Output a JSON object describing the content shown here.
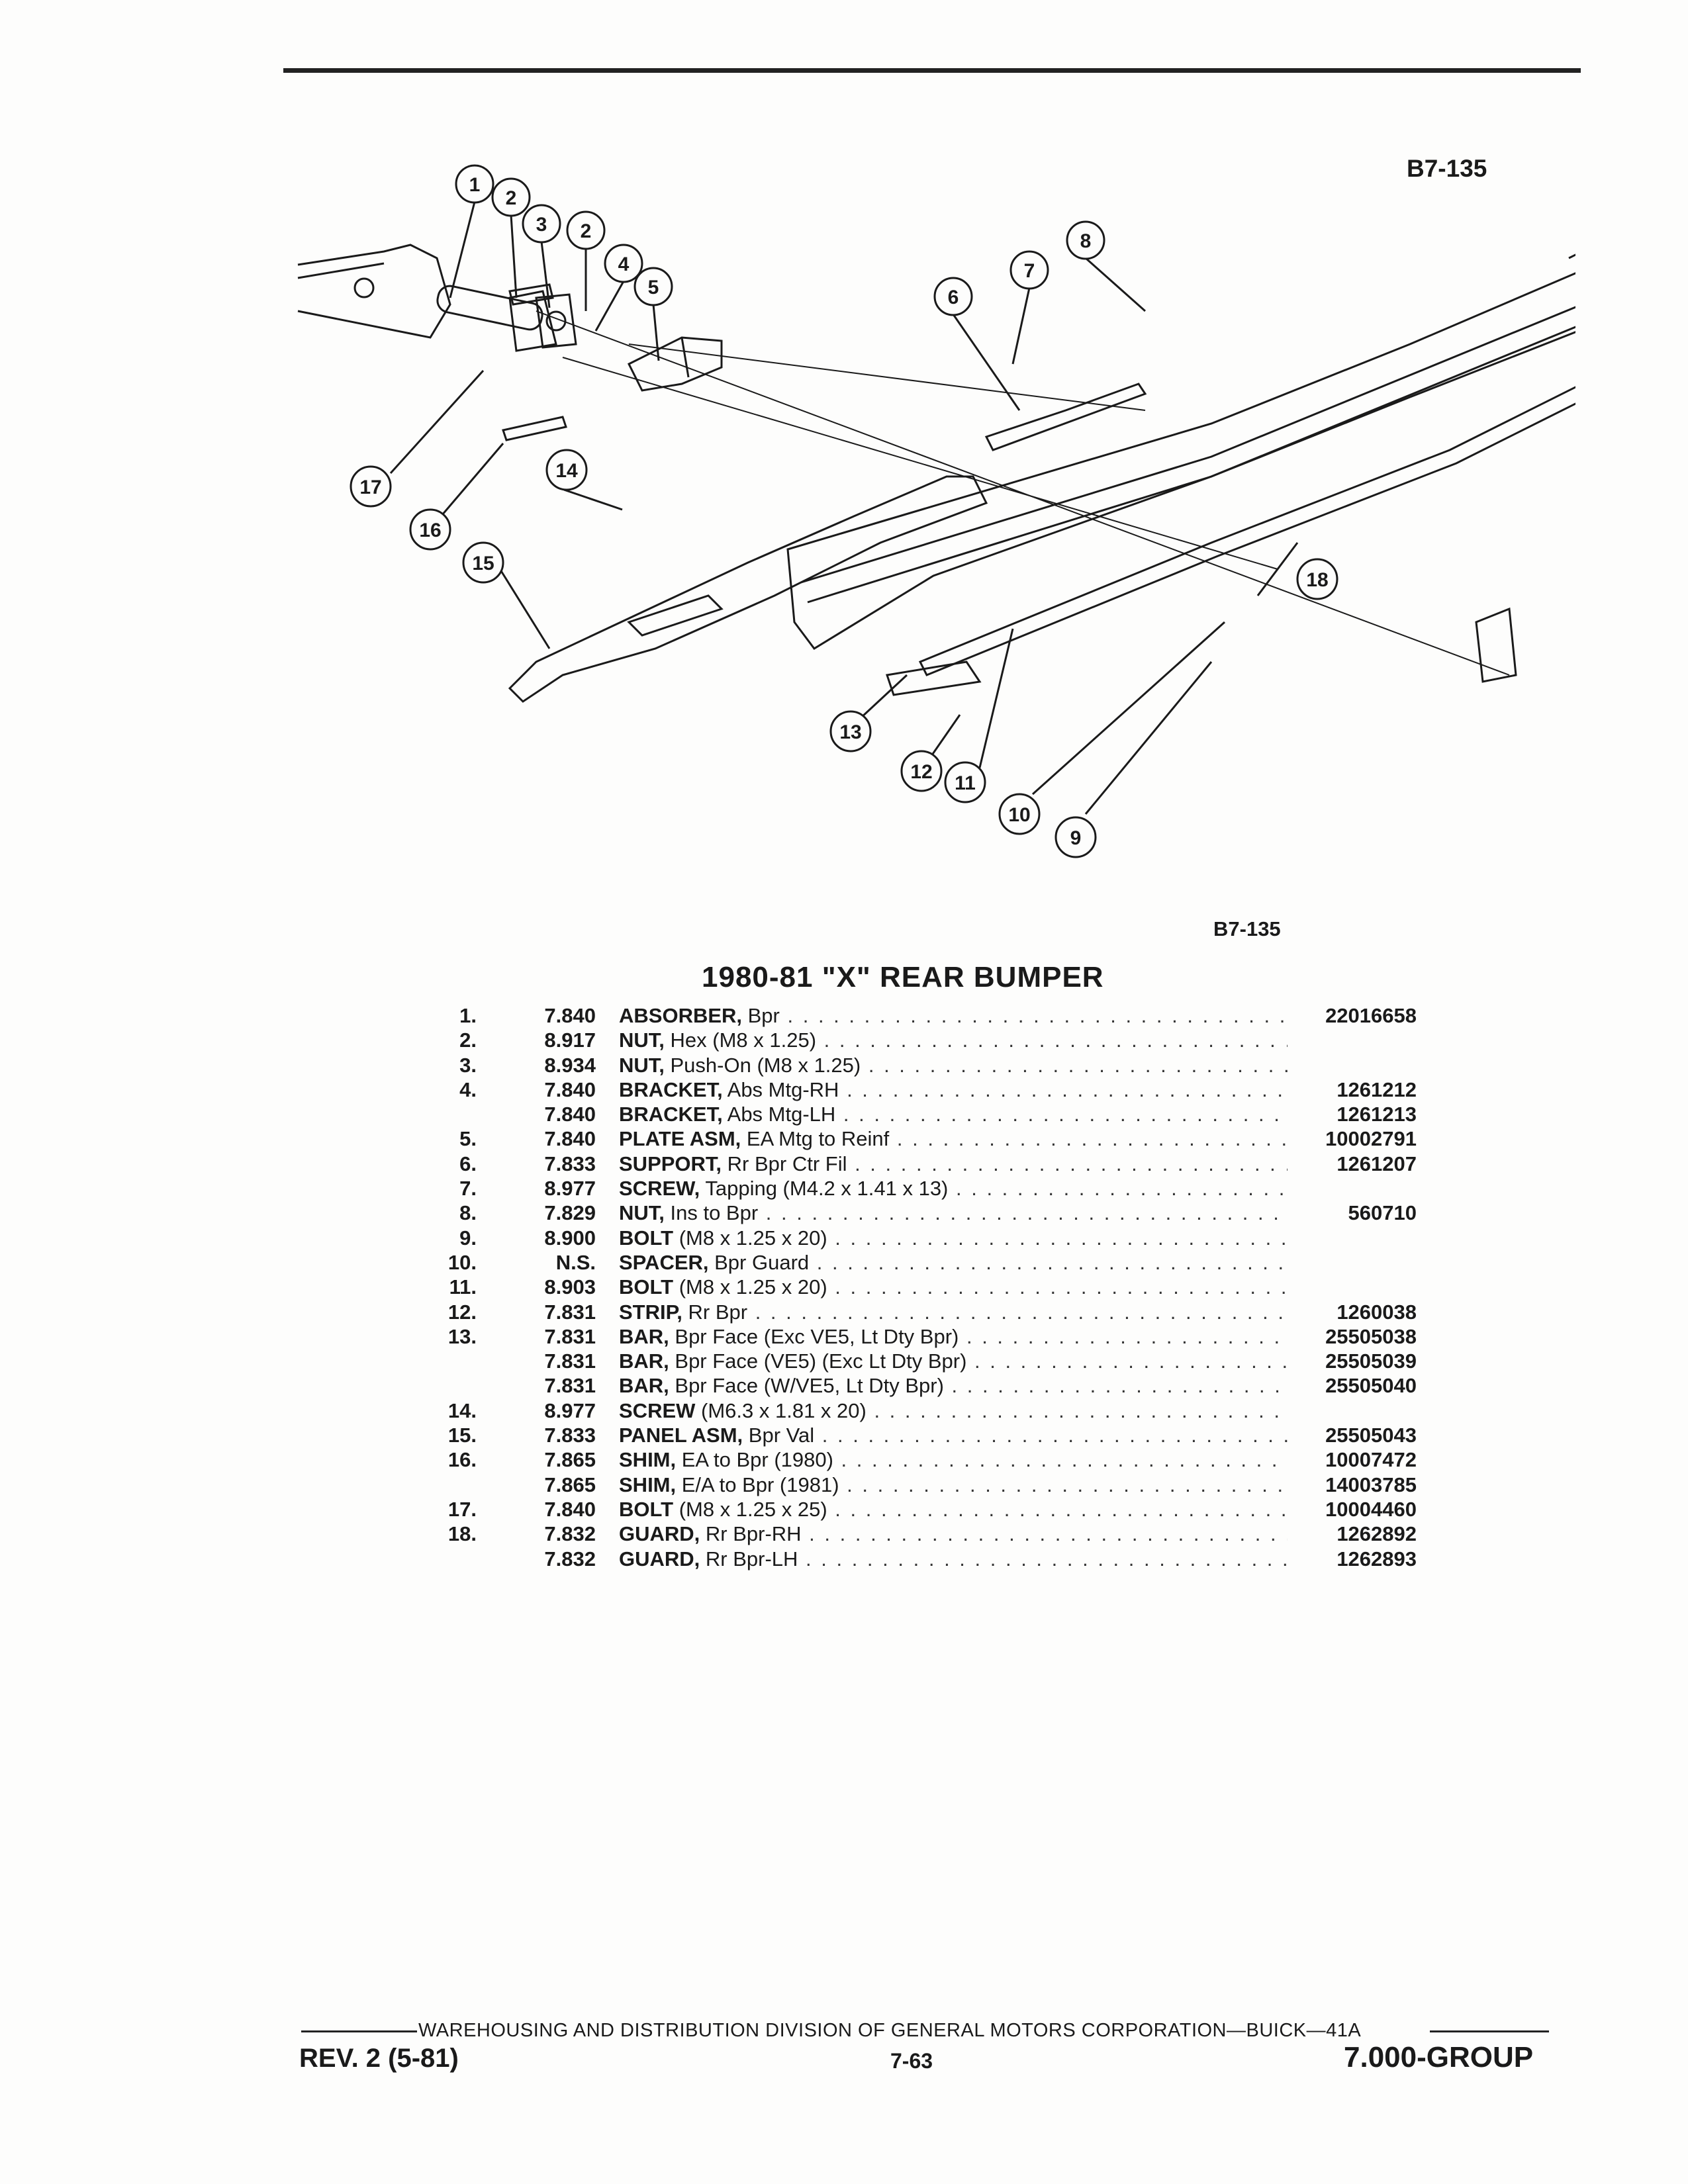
{
  "figure": {
    "code_top": "B7-135",
    "code_bottom": "B7-135",
    "callouts": [
      "1",
      "2",
      "3",
      "2",
      "4",
      "5",
      "6",
      "7",
      "8",
      "17",
      "16",
      "14",
      "15",
      "18",
      "13",
      "12",
      "11",
      "10",
      "9"
    ]
  },
  "section_title": "1980-81 \"X\" REAR BUMPER",
  "parts": [
    {
      "num": "1.",
      "code": "7.840",
      "name": "ABSORBER,",
      "detail": " Bpr",
      "part_number": "22016658"
    },
    {
      "num": "2.",
      "code": "8.917",
      "name": "NUT,",
      "detail": " Hex (M8 x 1.25)",
      "part_number": ""
    },
    {
      "num": "3.",
      "code": "8.934",
      "name": "NUT,",
      "detail": " Push-On (M8 x 1.25)",
      "part_number": ""
    },
    {
      "num": "4.",
      "code": "7.840",
      "name": "BRACKET,",
      "detail": " Abs Mtg-RH",
      "part_number": "1261212"
    },
    {
      "num": "",
      "code": "7.840",
      "name": "BRACKET,",
      "detail": " Abs Mtg-LH",
      "part_number": "1261213"
    },
    {
      "num": "5.",
      "code": "7.840",
      "name": "PLATE ASM,",
      "detail": " EA Mtg to Reinf",
      "part_number": "10002791"
    },
    {
      "num": "6.",
      "code": "7.833",
      "name": "SUPPORT,",
      "detail": " Rr Bpr Ctr Fil",
      "part_number": "1261207"
    },
    {
      "num": "7.",
      "code": "8.977",
      "name": "SCREW,",
      "detail": " Tapping (M4.2 x 1.41 x 13)",
      "part_number": ""
    },
    {
      "num": "8.",
      "code": "7.829",
      "name": "NUT,",
      "detail": " Ins to Bpr",
      "part_number": "560710"
    },
    {
      "num": "9.",
      "code": "8.900",
      "name": "BOLT",
      "detail": " (M8 x 1.25 x 20)",
      "part_number": ""
    },
    {
      "num": "10.",
      "code": "N.S.",
      "name": "SPACER,",
      "detail": " Bpr Guard",
      "part_number": ""
    },
    {
      "num": "11.",
      "code": "8.903",
      "name": "BOLT",
      "detail": " (M8 x 1.25 x 20)",
      "part_number": ""
    },
    {
      "num": "12.",
      "code": "7.831",
      "name": "STRIP,",
      "detail": " Rr Bpr",
      "part_number": "1260038"
    },
    {
      "num": "13.",
      "code": "7.831",
      "name": "BAR,",
      "detail": " Bpr Face (Exc VE5, Lt Dty Bpr)",
      "part_number": "25505038"
    },
    {
      "num": "",
      "code": "7.831",
      "name": "BAR,",
      "detail": " Bpr Face (VE5) (Exc Lt Dty Bpr)",
      "part_number": "25505039"
    },
    {
      "num": "",
      "code": "7.831",
      "name": "BAR,",
      "detail": " Bpr Face (W/VE5, Lt Dty Bpr)",
      "part_number": "25505040"
    },
    {
      "num": "14.",
      "code": "8.977",
      "name": "SCREW",
      "detail": " (M6.3 x 1.81 x 20)",
      "part_number": ""
    },
    {
      "num": "15.",
      "code": "7.833",
      "name": "PANEL ASM,",
      "detail": " Bpr Val",
      "part_number": "25505043"
    },
    {
      "num": "16.",
      "code": "7.865",
      "name": "SHIM,",
      "detail": " EA to Bpr (1980)",
      "part_number": "10007472"
    },
    {
      "num": "",
      "code": "7.865",
      "name": "SHIM,",
      "detail": " E/A to Bpr (1981)",
      "part_number": "14003785"
    },
    {
      "num": "17.",
      "code": "7.840",
      "name": "BOLT",
      "detail": " (M8 x 1.25 x 25)",
      "part_number": "10004460"
    },
    {
      "num": "18.",
      "code": "7.832",
      "name": "GUARD,",
      "detail": " Rr Bpr-RH",
      "part_number": "1262892"
    },
    {
      "num": "",
      "code": "7.832",
      "name": "GUARD,",
      "detail": " Rr Bpr-LH",
      "part_number": "1262893"
    }
  ],
  "footer": {
    "text": "WAREHOUSING AND DISTRIBUTION  DIVISION OF GENERAL MOTORS CORPORATION—BUICK—41A",
    "revision": "REV. 2 (5-81)",
    "page": "7-63",
    "group": "7.000-GROUP"
  }
}
